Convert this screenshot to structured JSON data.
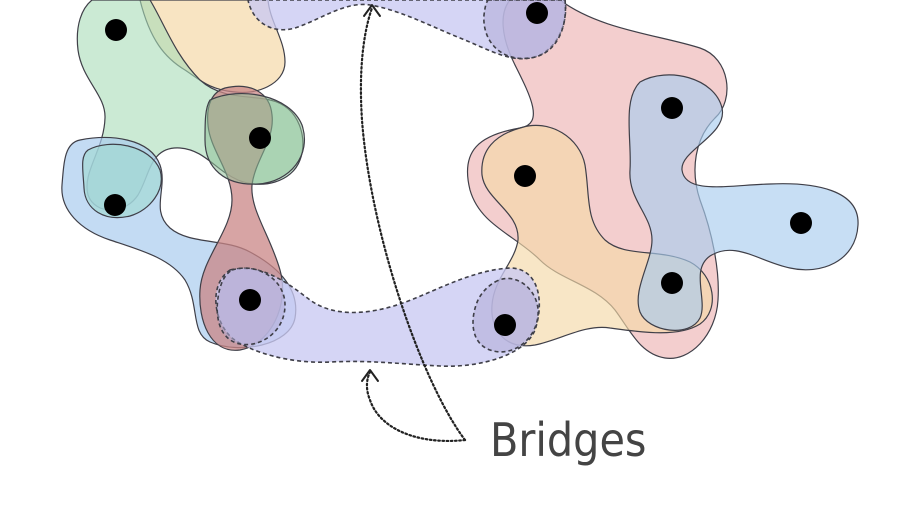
{
  "diagram": {
    "bridges_label": "Bridges",
    "colors": {
      "orange_group": "#f5d9a8",
      "green_group": "#a8dcb8",
      "blue_group": "#a9ccee",
      "red_group": "#e9a6a6",
      "bridge_fill": "#c9c9f2",
      "node": "#000000",
      "outline": "#3f3f48"
    },
    "nodes": [
      {
        "name": "node-top-left",
        "group": "green"
      },
      {
        "name": "node-left-hub",
        "group": "green"
      },
      {
        "name": "node-far-left",
        "group": "blue"
      },
      {
        "name": "node-bottom-left-bridge",
        "group": "bridge"
      },
      {
        "name": "node-top-center-bridge",
        "group": "bridge"
      },
      {
        "name": "node-right-orange",
        "group": "orange"
      },
      {
        "name": "node-right-top-blue",
        "group": "blue"
      },
      {
        "name": "node-right-far-blue",
        "group": "blue"
      },
      {
        "name": "node-right-lower-blue",
        "group": "blue"
      },
      {
        "name": "node-bottom-center-bridge",
        "group": "bridge"
      }
    ]
  }
}
